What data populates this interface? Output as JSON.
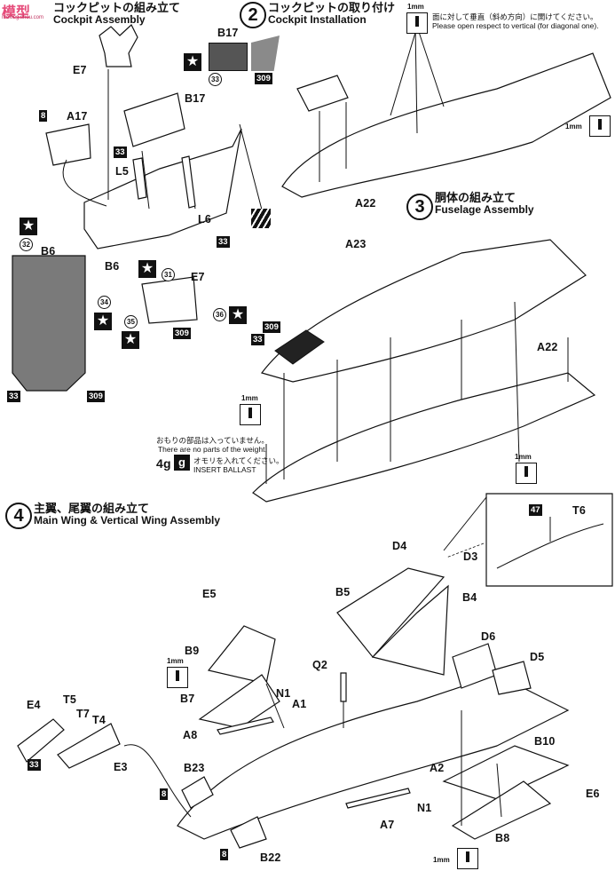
{
  "watermark": "模型",
  "watermark_url": "moxing.shou.com",
  "steps": {
    "s1": {
      "jp": "コックピットの組み立て",
      "en": "Cockpit Assembly"
    },
    "s2": {
      "num": "2",
      "jp": "コックピットの取り付け",
      "en": "Cockpit Installation"
    },
    "s3": {
      "num": "3",
      "jp": "胴体の組み立て",
      "en": "Fuselage Assembly"
    },
    "s4": {
      "num": "4",
      "jp": "主翼、尾翼の組み立て",
      "en": "Main Wing & Vertical Wing Assembly"
    }
  },
  "notes": {
    "open_holes_jp": "面に対して垂直（斜め方向）に開けてください。",
    "open_holes_en": "Please open respect to vertical (for diagonal one).",
    "weight_jp": "おもりの部品は入っていません。",
    "weight_en": "There are no parts of the weight.",
    "insert_jp": "オモリを入れてください。",
    "insert_en": "INSERT BALLAST",
    "weight_value": "4g",
    "weight_icon": "g"
  },
  "drill_size": "1mm",
  "part_labels": {
    "E7": "E7",
    "A17": "A17",
    "B17": "B17",
    "L5": "L5",
    "L6": "L6",
    "B6": "B6",
    "A22": "A22",
    "A23": "A23",
    "D4": "D4",
    "D3": "D3",
    "T6": "T6",
    "E5": "E5",
    "B5": "B5",
    "B4": "B4",
    "B9": "B9",
    "D6": "D6",
    "D5": "D5",
    "Q2": "Q2",
    "N1": "N1",
    "A1": "A1",
    "B7": "B7",
    "A8": "A8",
    "E4": "E4",
    "T5": "T5",
    "T7": "T7",
    "T4": "T4",
    "B10": "B10",
    "E3": "E3",
    "B23": "B23",
    "A2": "A2",
    "E6": "E6",
    "A7": "A7",
    "B8": "B8",
    "B22": "B22"
  },
  "paint_codes": {
    "c8": "8",
    "c33": "33",
    "c309": "309",
    "c47": "47"
  },
  "decal_numbers": {
    "d31": "31",
    "d32": "32",
    "d33": "33",
    "d34": "34",
    "d35": "35",
    "d36": "36"
  },
  "icons": {
    "star": "★",
    "drill": "drill-bit-icon",
    "warning_stripes": "stripes-icon"
  }
}
